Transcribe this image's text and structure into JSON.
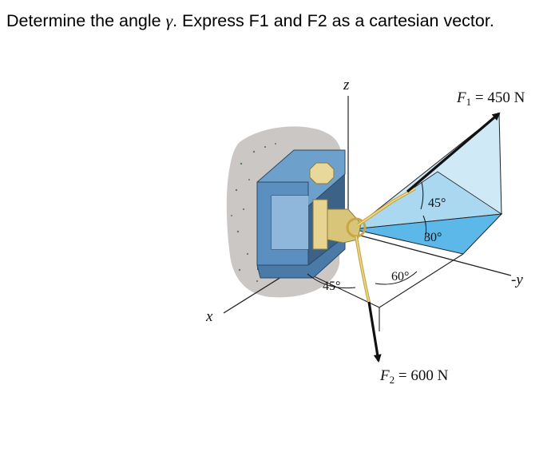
{
  "question": {
    "before": "Determine the angle ",
    "gamma": "γ",
    "after": ". Express F1 and F2 as a cartesian vector."
  },
  "figure": {
    "axis_z": "z",
    "axis_x": "x",
    "axis_y": "y",
    "axis_y_prefix": "-",
    "f1_symbol": "F",
    "f1_subscript": "1",
    "f1_value": " = 450 N",
    "f2_symbol": "F",
    "f2_subscript": "2",
    "f2_value": " = 600 N",
    "angle_45_top": "45°",
    "angle_30": "30°",
    "angle_60": "60°",
    "angle_45_bottom": "45°"
  },
  "colors": {
    "plane_light_blue": "#cfe9f7",
    "plane_mid_blue": "#a9d8f0",
    "plane_strong_blue": "#5bb8e8",
    "bracket_blue": "#5b8fbf",
    "bracket_dark": "#3c6288",
    "bolt_tan": "#e8d99a",
    "wall_gray": "#c9c5c2"
  }
}
